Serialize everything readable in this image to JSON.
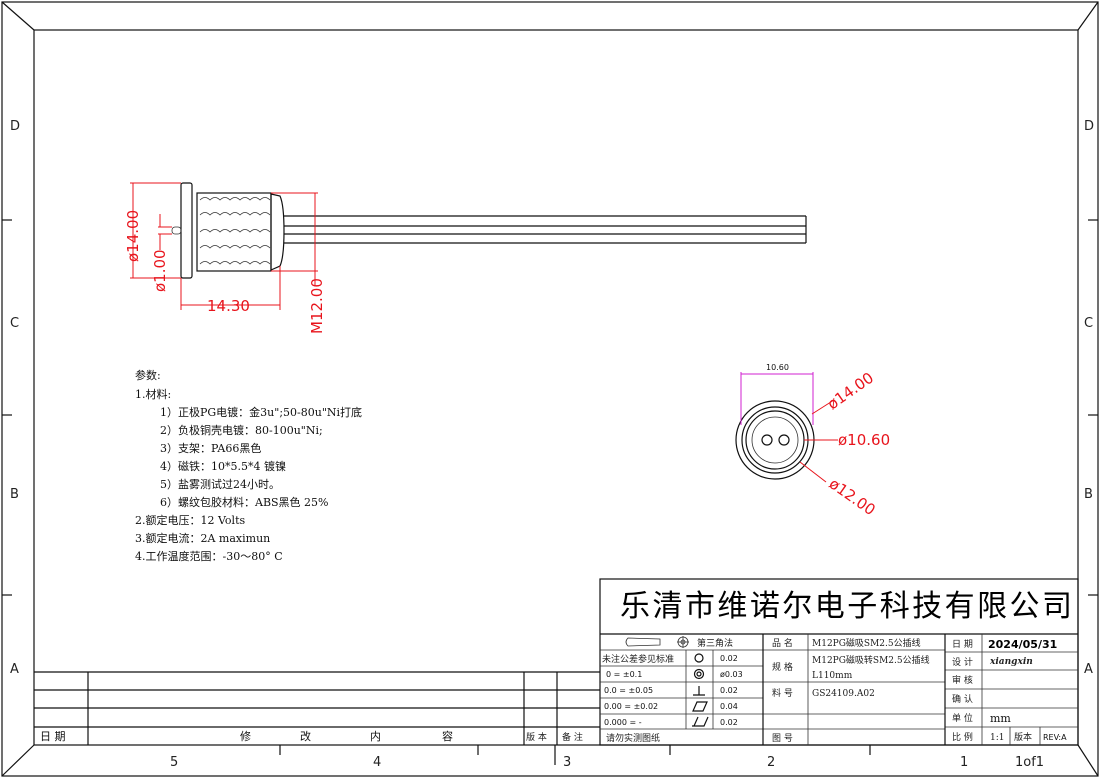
{
  "zones": {
    "rows": [
      "D",
      "C",
      "B",
      "A"
    ],
    "cols": [
      "5",
      "4",
      "3",
      "2",
      "1"
    ],
    "sheet": "1of1"
  },
  "dimensions": {
    "side": {
      "flange_dia": "ø14.00",
      "pin_dia": "ø1.00",
      "length": "14.30",
      "thread": "M12.00"
    },
    "front": {
      "width": "10.60",
      "d1": "ø14.00",
      "d2": "ø10.60",
      "d3": "ø12.00"
    }
  },
  "notes": {
    "title": "参数:",
    "lines": [
      "1.材料:",
      "1）正极PG电镀：金3u\";50-80u\"Ni打底",
      "2）负极铜壳电镀：80-100u\"Ni;",
      "3）支架：PA66黑色",
      "4）磁铁：10*5.5*4 镀镍",
      "5）盐雾测试过24小时。",
      "6）螺纹包胶材料：ABS黑色 25%",
      "2.额定电压：12 Volts",
      "3.额定电流：2A maximun",
      "4.工作温度范围：-30～80° C"
    ]
  },
  "title_block": {
    "company": "乐清市维诺尔电子科技有限公司",
    "projection": "第三角法",
    "tolerance_header": "未注公差参见标准",
    "tolerances": [
      {
        "fmt": "0    =   ±0.1",
        "sym_val": "ø0.03"
      },
      {
        "fmt": "0.0    =   ±0.05",
        "sym_val": "0.02"
      },
      {
        "fmt": "0.00   =  ±0.02",
        "sym_val": "0.04"
      },
      {
        "fmt": "0.000  =    -",
        "sym_val": "0.02"
      }
    ],
    "roundness_val": "0.02",
    "no_scale": "请勿实测图纸",
    "labels": {
      "name": "品  名",
      "spec": "规  格",
      "part": "料  号",
      "drawing": "图  号",
      "date": "日 期",
      "design": "设 计",
      "review": "审 核",
      "confirm": "确 认",
      "unit": "单 位",
      "scale": "比 例",
      "version": "版本"
    },
    "values": {
      "name": "M12PG磁吸SM2.5公插线",
      "spec1": "M12PG磁吸转SM2.5公插线",
      "spec2": "L110mm",
      "part": "GS24109.A02",
      "date": "2024/05/31",
      "designer": "xiangxin",
      "unit": "mm",
      "scale": "1:1",
      "rev": "REV:A"
    }
  },
  "revision_table": {
    "date": "日  期",
    "content": [
      "修",
      "改",
      "内",
      "容"
    ],
    "version": "版 本",
    "remark": "备 注"
  }
}
